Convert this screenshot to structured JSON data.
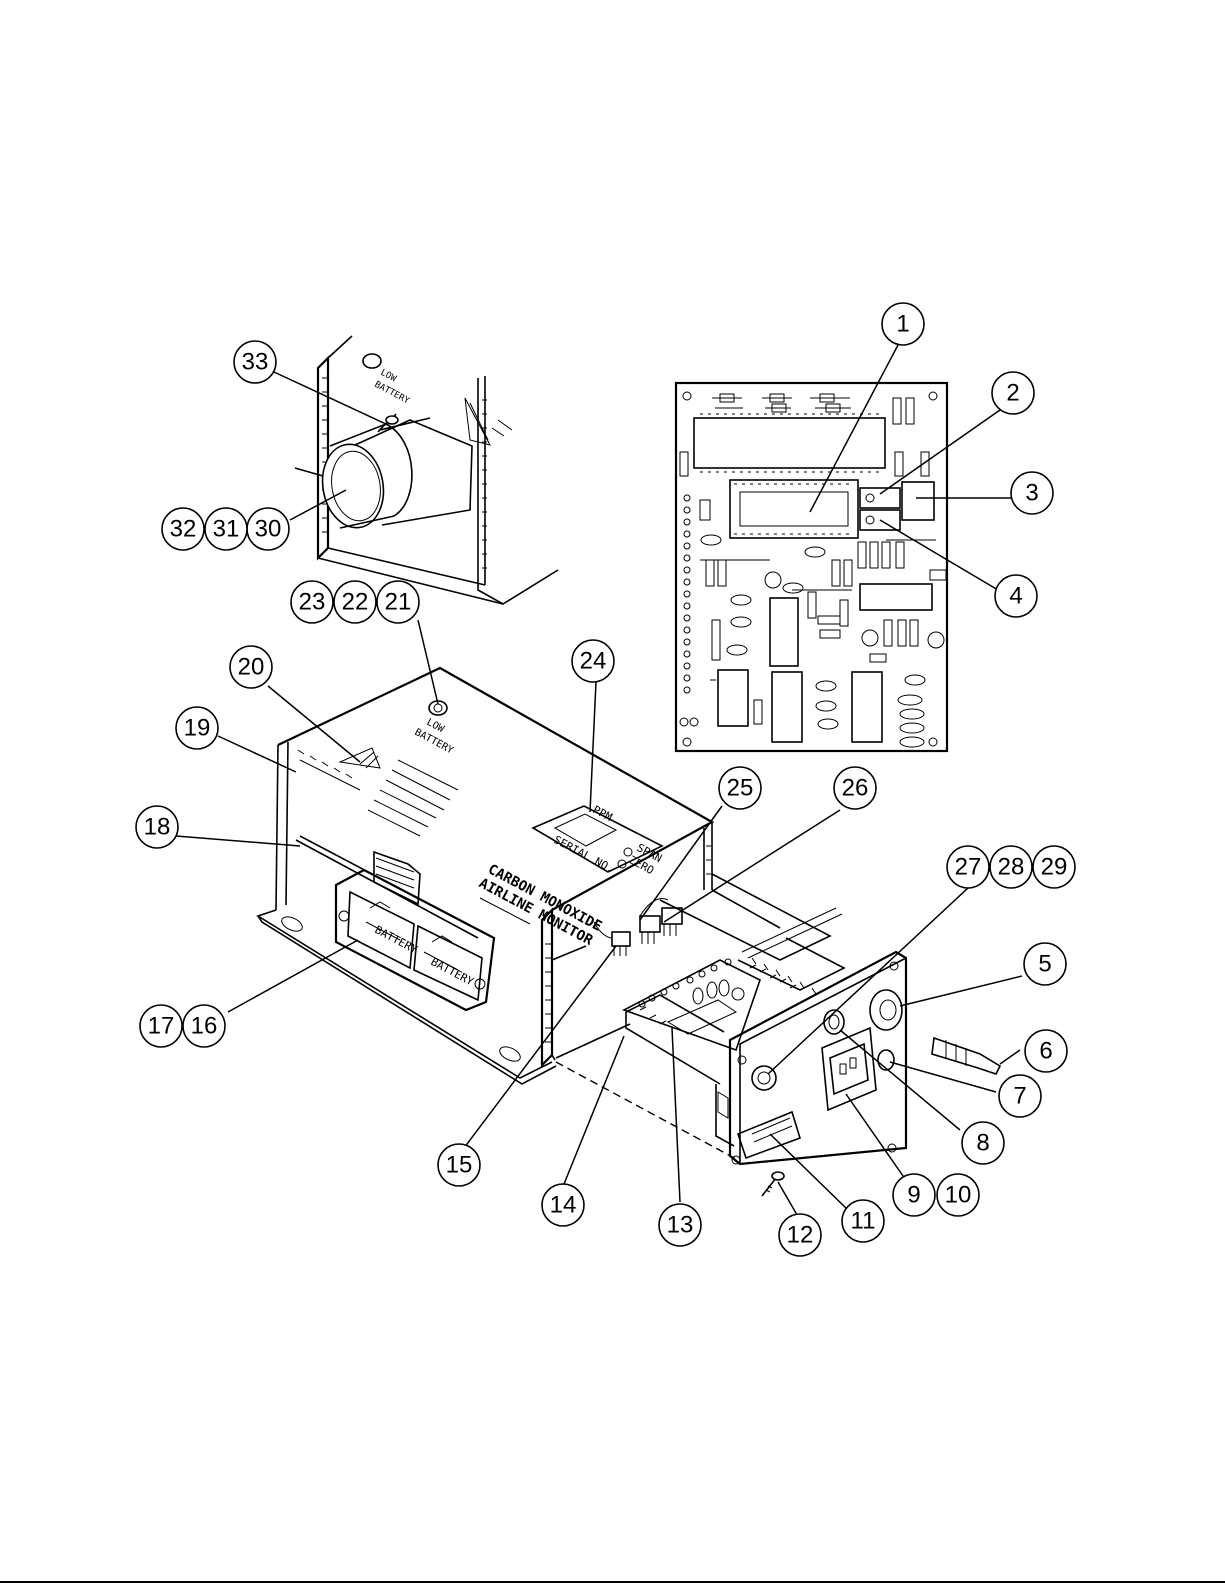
{
  "labels": {
    "low_battery_top": [
      "LOW",
      "BATTERY"
    ],
    "low_battery_main": [
      "LOW",
      "BATTERY"
    ],
    "cover_text": [
      "CARBON MONOXIDE",
      "AIRLINE MONITOR"
    ],
    "ppm": "PPM",
    "serial_no": "SERIAL NO.",
    "span": "SPAN",
    "zero": "ZERO",
    "battery_1": "BATTERY",
    "battery_2": "BATTERY"
  },
  "callouts": [
    {
      "id": "1"
    },
    {
      "id": "2"
    },
    {
      "id": "3"
    },
    {
      "id": "4"
    },
    {
      "id": "5"
    },
    {
      "id": "6"
    },
    {
      "id": "7"
    },
    {
      "id": "8"
    },
    {
      "id": "9"
    },
    {
      "id": "10"
    },
    {
      "id": "11"
    },
    {
      "id": "12"
    },
    {
      "id": "13"
    },
    {
      "id": "14"
    },
    {
      "id": "15"
    },
    {
      "id": "16"
    },
    {
      "id": "17"
    },
    {
      "id": "18"
    },
    {
      "id": "19"
    },
    {
      "id": "20"
    },
    {
      "id": "21"
    },
    {
      "id": "22"
    },
    {
      "id": "23"
    },
    {
      "id": "24"
    },
    {
      "id": "25"
    },
    {
      "id": "26"
    },
    {
      "id": "27"
    },
    {
      "id": "28"
    },
    {
      "id": "29"
    },
    {
      "id": "30"
    },
    {
      "id": "31"
    },
    {
      "id": "32"
    },
    {
      "id": "33"
    }
  ]
}
